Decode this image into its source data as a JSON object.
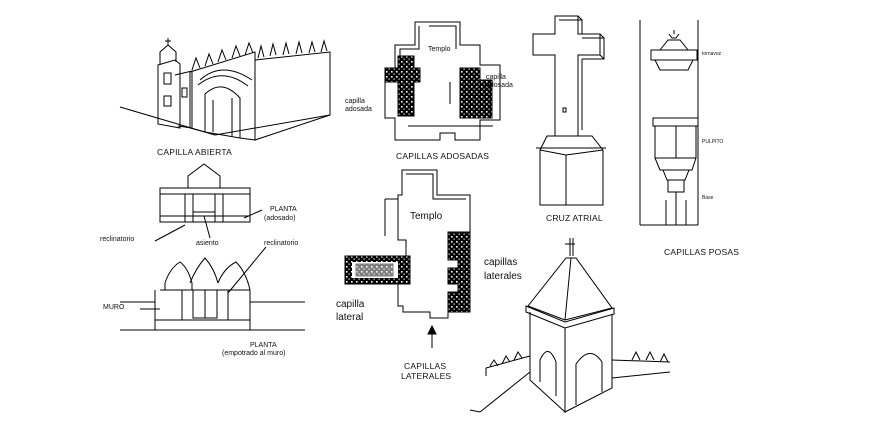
{
  "labels": {
    "capilla_abierta": "CAPILLA ABIERTA",
    "capillas_adosadas": "CAPILLAS ADOSADAS",
    "templo_top": "Templo",
    "capilla_adosada_left": "capilla\nadosada",
    "capilla_adosada_right": "capilla\nadosada",
    "cruz_atrial": "CRUZ ATRIAL",
    "capillas_posas": "CAPILLAS POSAS",
    "tornavoz": "tornavoz",
    "pulpito": "PULPITO",
    "base": "Base",
    "planta_adosado_1": "PLANTA",
    "planta_adosado_2": "(adosado)",
    "reclinatorio_left": "reclinatorio",
    "asiento": "asiento",
    "reclinatorio_right": "reclinatorio",
    "muro": "MURO",
    "planta_empotrado_1": "PLANTA",
    "planta_empotrado_2": "(empotrado al muro)",
    "templo_mid": "Templo",
    "capilla_lateral_1": "capilla",
    "capilla_lateral_2": "lateral",
    "capillas_laterales_r1": "capillas",
    "capillas_laterales_r2": "laterales",
    "capillas_laterales_c1": "CAPILLAS",
    "capillas_laterales_c2": "LATERALES"
  }
}
